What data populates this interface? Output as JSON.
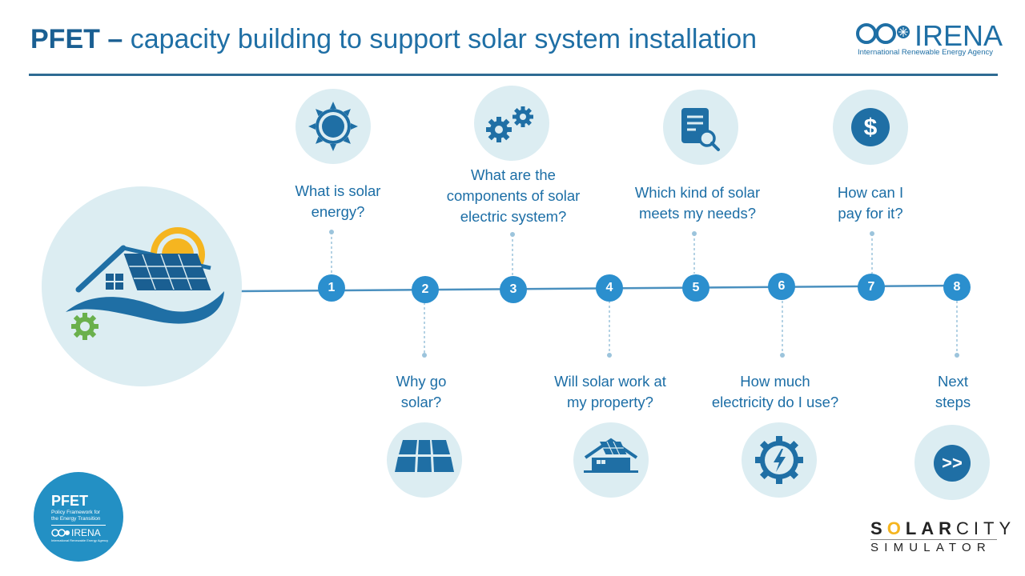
{
  "header": {
    "title_bold": "PFET –",
    "title_rest": " capacity building to support solar system installation",
    "irena_word": "IRENA",
    "irena_sub": "International Renewable Energy Agency"
  },
  "steps": [
    {
      "num": "1",
      "label_lines": [
        "What is solar",
        "energy?"
      ],
      "icon": "sun-icon"
    },
    {
      "num": "2",
      "label_lines": [
        "Why go",
        "solar?"
      ],
      "icon": "solar-panel-icon"
    },
    {
      "num": "3",
      "label_lines": [
        "What are the",
        "components of solar",
        "electric system?"
      ],
      "icon": "gears-icon"
    },
    {
      "num": "4",
      "label_lines": [
        "Will solar work at",
        "my property?"
      ],
      "icon": "solar-house-icon"
    },
    {
      "num": "5",
      "label_lines": [
        "Which kind of solar",
        "meets my needs?"
      ],
      "icon": "document-search-icon"
    },
    {
      "num": "6",
      "label_lines": [
        "How much",
        "electricity do I use?"
      ],
      "icon": "electricity-gear-icon"
    },
    {
      "num": "7",
      "label_lines": [
        "How can I",
        "pay for it?"
      ],
      "icon": "dollar-icon"
    },
    {
      "num": "8",
      "label_lines": [
        "Next",
        "steps"
      ],
      "icon": "next-arrows-icon"
    }
  ],
  "next_arrows": ">>",
  "pfet_badge": {
    "title": "PFET",
    "sub_line1": "Policy Framework for",
    "sub_line2": "the Energy Transition",
    "irena": "IRENA",
    "irena_sub": "International Renewable Energy Agency"
  },
  "solarcity": {
    "line1_s": "S",
    "line1_o": "O",
    "line1_lar": "LAR",
    "line1_city": "CITY",
    "line2": "SIMULATOR"
  },
  "colors": {
    "primary": "#1f6fa5",
    "node": "#2b8fce",
    "circle_bg": "#dcedf2",
    "icon_dark": "#1a5f92",
    "sun_yellow": "#f5b520",
    "gear_green": "#6ab04c"
  }
}
